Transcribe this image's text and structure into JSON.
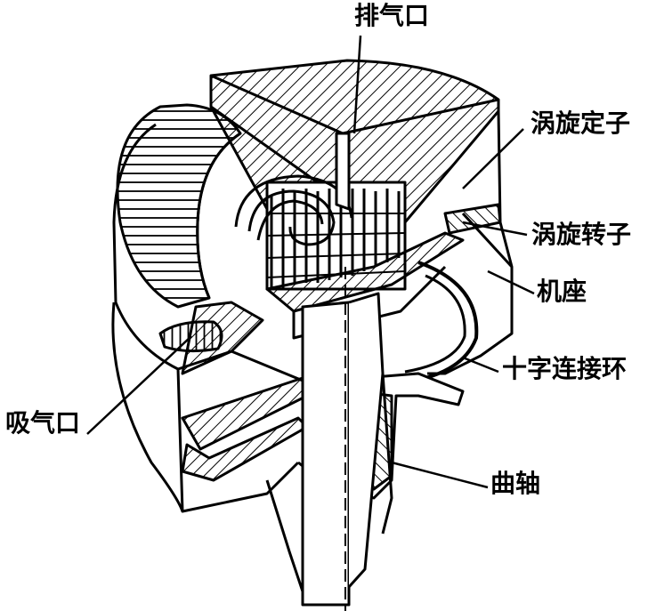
{
  "labels": {
    "exhaust_port": "排气口",
    "fixed_scroll": "涡旋定子",
    "orbiting_scroll": "涡旋转子",
    "frame": "机座",
    "oldham_ring": "十字连接环",
    "suction_port": "吸气口",
    "crankshaft": "曲轴"
  },
  "colors": {
    "ink": "#000000",
    "paper": "#ffffff"
  }
}
